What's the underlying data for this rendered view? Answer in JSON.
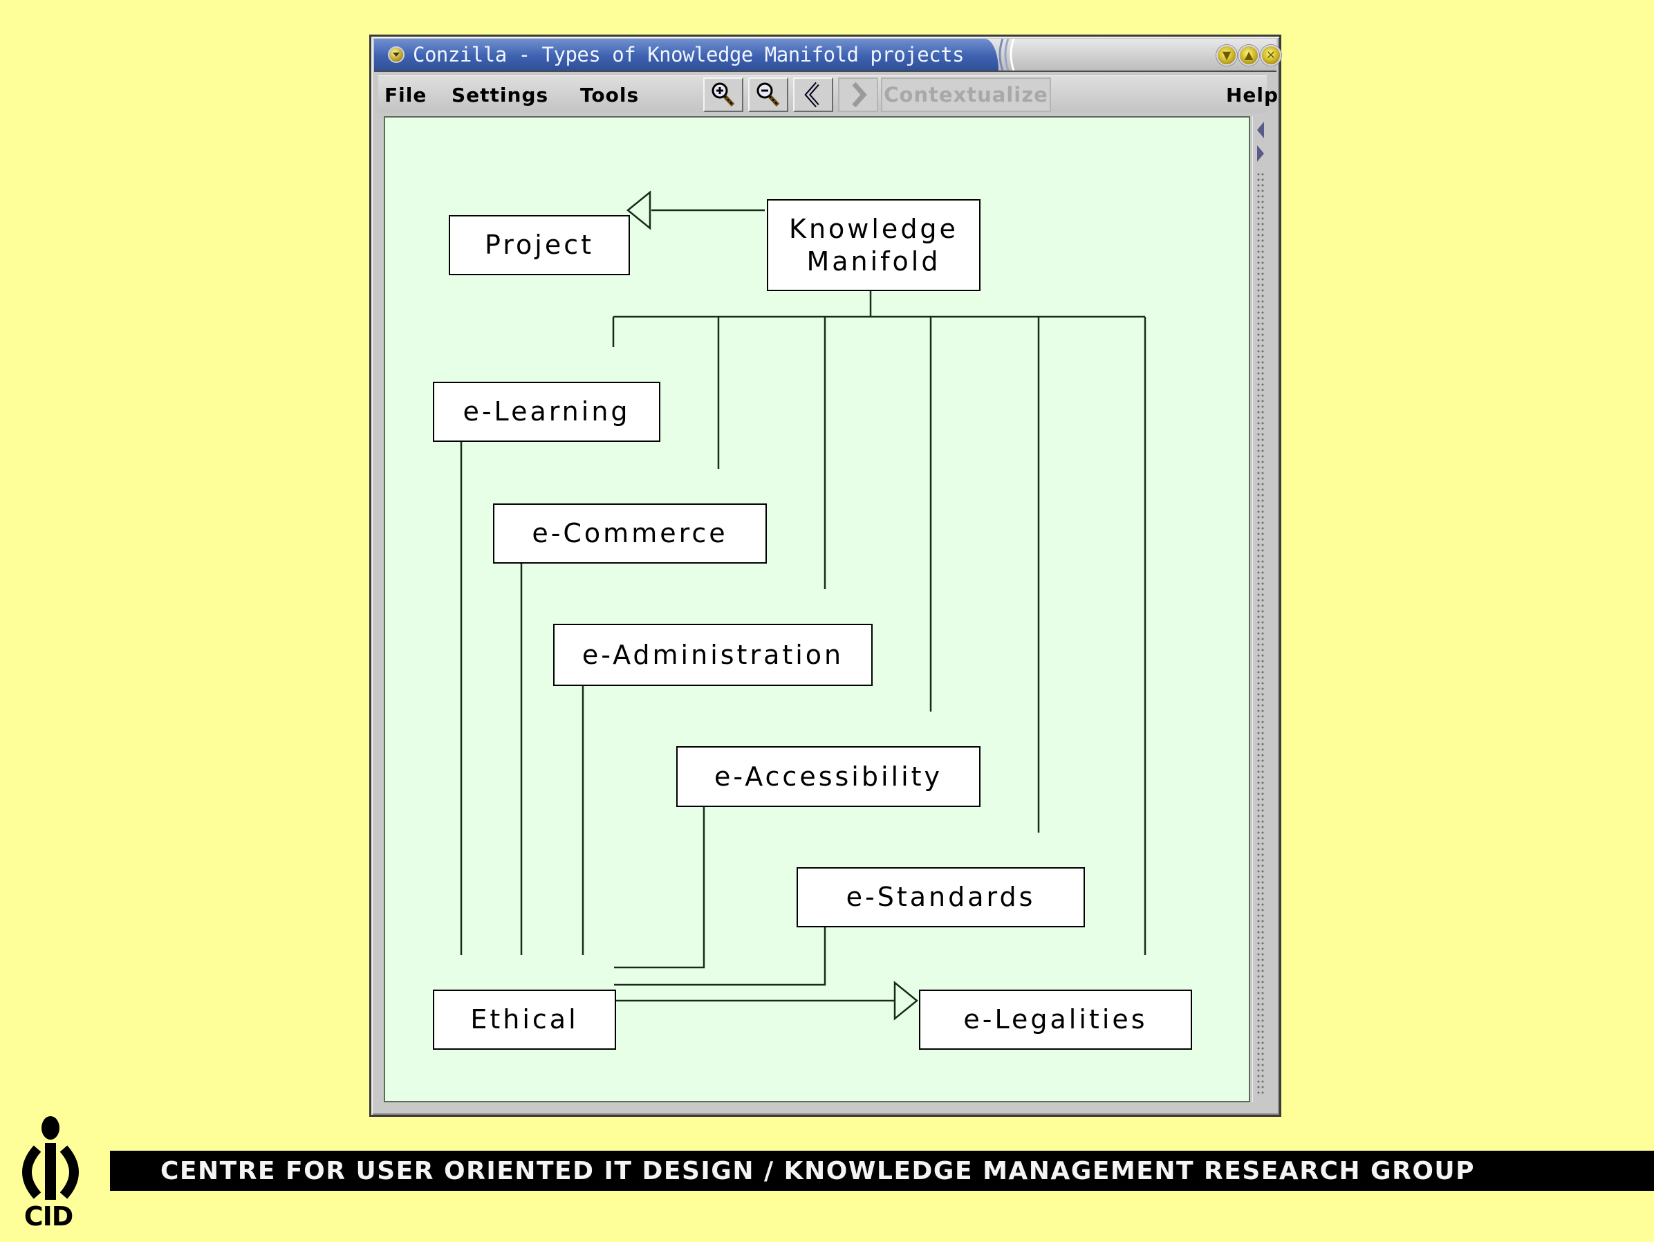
{
  "window": {
    "title": "Conzilla - Types of Knowledge Manifold projects",
    "title_icon": "window-menu-icon",
    "controls": [
      {
        "name": "minimize",
        "icon": "minimize-icon",
        "glyph": "▼"
      },
      {
        "name": "maximize",
        "icon": "maximize-icon",
        "glyph": "▲"
      },
      {
        "name": "close",
        "icon": "close-icon",
        "glyph": "✕"
      }
    ]
  },
  "menubar": {
    "items": [
      "File",
      "Settings",
      "Tools"
    ],
    "help": "Help"
  },
  "toolbar": {
    "zoom_in": {
      "icon": "zoom-in-icon",
      "enabled": true
    },
    "zoom_out": {
      "icon": "zoom-out-icon",
      "enabled": true
    },
    "back": {
      "icon": "back-arrow-icon",
      "enabled": true
    },
    "forward": {
      "icon": "forward-arrow-icon",
      "enabled": false
    },
    "contextualize": {
      "label": "Contextualize",
      "enabled": false
    }
  },
  "diagram": {
    "nodes": {
      "project": "Project",
      "knowledge_manifold": "Knowledge\nManifold",
      "e_learning": "e-Learning",
      "e_commerce": "e-Commerce",
      "e_administration": "e-Administration",
      "e_accessibility": "e-Accessibility",
      "e_standards": "e-Standards",
      "e_legalities": "e-Legalities",
      "ethical": "Ethical"
    },
    "relations": [
      {
        "from": "Knowledge Manifold",
        "to": "Project",
        "type": "generalization"
      },
      {
        "from": "e-Learning",
        "to": "Knowledge Manifold",
        "type": "generalization"
      },
      {
        "from": "e-Commerce",
        "to": "Knowledge Manifold",
        "type": "generalization"
      },
      {
        "from": "e-Administration",
        "to": "Knowledge Manifold",
        "type": "generalization"
      },
      {
        "from": "e-Accessibility",
        "to": "Knowledge Manifold",
        "type": "generalization"
      },
      {
        "from": "e-Standards",
        "to": "Knowledge Manifold",
        "type": "generalization"
      },
      {
        "from": "e-Legalities",
        "to": "Knowledge Manifold",
        "type": "generalization"
      },
      {
        "from": "Ethical",
        "to": "e-Learning",
        "type": "generalization"
      },
      {
        "from": "Ethical",
        "to": "e-Commerce",
        "type": "generalization"
      },
      {
        "from": "Ethical",
        "to": "e-Administration",
        "type": "generalization"
      },
      {
        "from": "Ethical",
        "to": "e-Accessibility",
        "type": "generalization"
      },
      {
        "from": "Ethical",
        "to": "e-Standards",
        "type": "generalization"
      },
      {
        "from": "Ethical",
        "to": "e-Legalities",
        "type": "generalization"
      }
    ]
  },
  "footer": {
    "banner": "CENTRE FOR USER ORIENTED IT DESIGN  /  KNOWLEDGE MANAGEMENT RESEARCH GROUP",
    "logo_label": "CID"
  },
  "colors": {
    "page_background": "#ffff99",
    "canvas_background": "#e6ffe6",
    "titlebar_blue": "#3f62b0",
    "footer_bar": "#000000"
  }
}
